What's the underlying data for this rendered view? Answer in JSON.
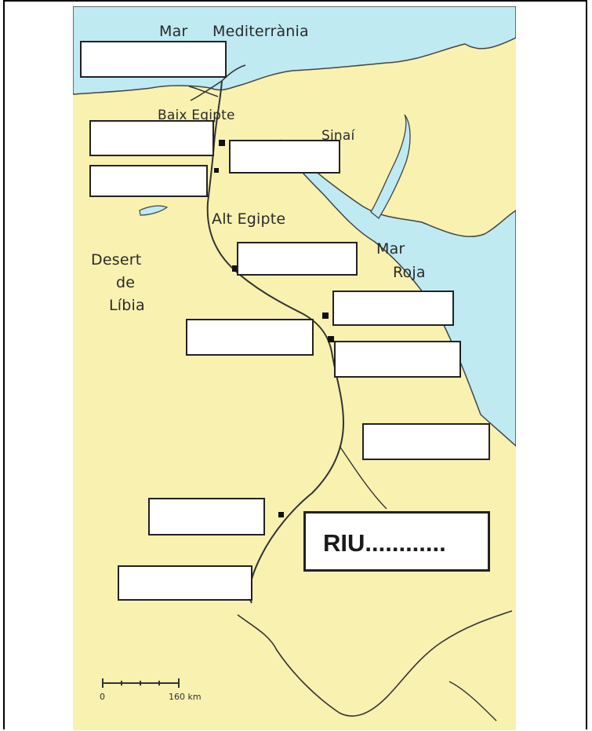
{
  "labels": {
    "sea_north_1": "Mar",
    "sea_north_2": "Mediterrània",
    "lower_egypt": "Baix Egipte",
    "sinai": "Sinaí",
    "upper_egypt": "Alt Egipte",
    "desert_1": "Desert",
    "desert_2": "de",
    "desert_3": "Líbia",
    "red_sea_1": "Mar",
    "red_sea_2": "Roja"
  },
  "river_box": {
    "text": "RIU............"
  },
  "scale": {
    "zero": "0",
    "distance": "160 km"
  },
  "colors": {
    "land": "#f8f1b0",
    "sea": "#bfeaf2",
    "border": "#222222"
  }
}
